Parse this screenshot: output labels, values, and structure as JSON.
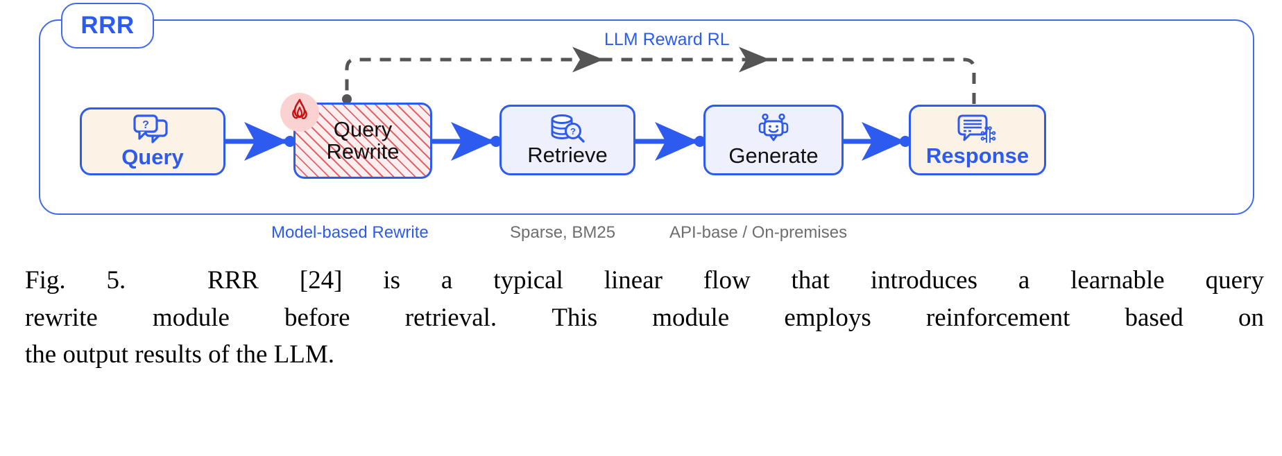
{
  "figure": {
    "frame_title": "RRR",
    "reward_label": "LLM Reward RL",
    "nodes": [
      {
        "id": "query",
        "label": "Query",
        "icon": "question-chat-icon",
        "style": "cream",
        "sub_label": ""
      },
      {
        "id": "rewrite",
        "label": "Query\nRewrite",
        "icon": "none",
        "style": "hatch",
        "sub_label": "Model-based Rewrite"
      },
      {
        "id": "retrieve",
        "label": "Retrieve",
        "icon": "database-search-icon",
        "style": "lav",
        "sub_label": "Sparse, BM25"
      },
      {
        "id": "generate",
        "label": "Generate",
        "icon": "robot-smile-icon",
        "style": "lav",
        "sub_label": "API-base / On-premises"
      },
      {
        "id": "response",
        "label": "Response",
        "icon": "chat-circuit-icon",
        "style": "cream",
        "sub_label": ""
      }
    ],
    "badges": [
      {
        "id": "flame",
        "icon": "flame-icon",
        "attached_to": "rewrite"
      }
    ],
    "sub_labels": {
      "rewrite": "Model-based Rewrite",
      "retrieve": "Sparse, BM25",
      "generate": "API-base / On-premises"
    },
    "colors": {
      "accent_blue": "#2d5bf0",
      "frame_blue": "#4169f0",
      "cream_fill": "#fdf2e6",
      "lavender_fill": "#eef1fd",
      "hatch_red": "#e25c5f",
      "hatch_fill": "#fdeff0",
      "flame_badge_bg": "#fbd2d2",
      "flame_red": "#c81212",
      "dashed_gray": "#555555",
      "sub_label_gray": "#6e6e6e"
    }
  },
  "caption": {
    "line1": "Fig. 5.   RRR [24] is a typical linear flow that introduces a learnable query",
    "line2": "rewrite module before retrieval. This module employs reinforcement based on",
    "line3": "the output results of the LLM.",
    "line1_words": [
      "Fig.",
      "5.",
      " ",
      "RRR",
      "[24]",
      "is",
      "a",
      "typical",
      "linear",
      "flow",
      "that",
      "introduces",
      "a",
      "learnable",
      "query"
    ],
    "line2_words": [
      "rewrite",
      "module",
      "before",
      "retrieval.",
      "This",
      "module",
      "employs",
      "reinforcement",
      "based",
      "on"
    ]
  }
}
